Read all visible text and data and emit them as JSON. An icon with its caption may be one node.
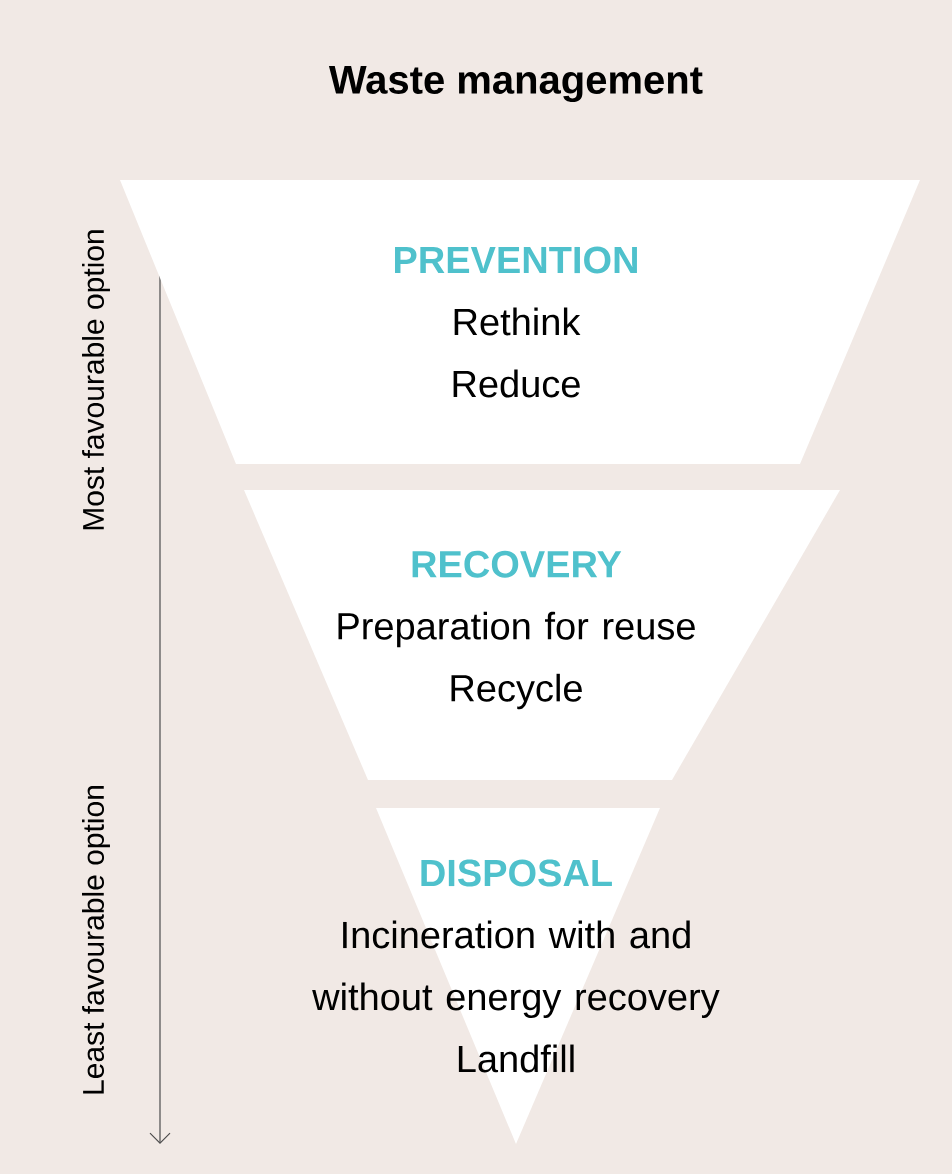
{
  "diagram": {
    "title": "Waste management",
    "nodes": [
      {
        "text": [
          "PREVENTION",
          "Rethink",
          "Reduce"
        ]
      },
      {
        "text": [
          "RECOVERY",
          "Preparation for reuse",
          "Recycle"
        ]
      },
      {
        "text": [
          "DISPOSAL",
          "Incineration with and without energy recovery",
          "Landfill"
        ]
      }
    ],
    "labels": [
      "Most favourable option",
      "Least favourable option"
    ]
  }
}
